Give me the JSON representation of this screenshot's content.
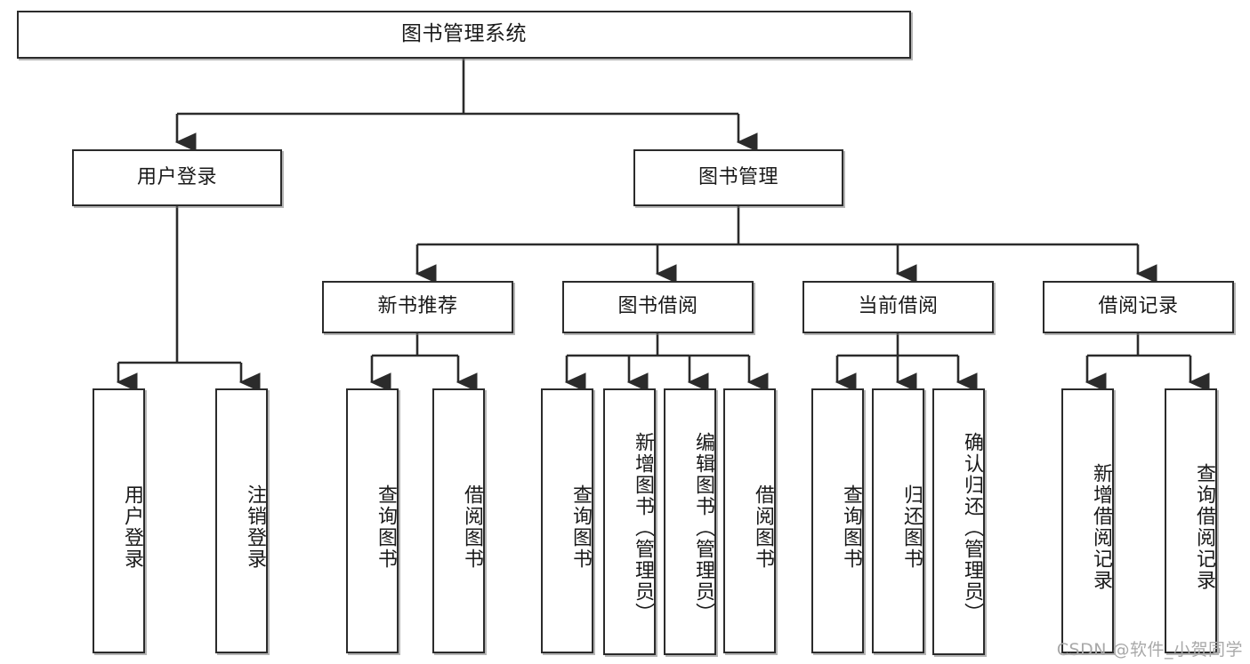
{
  "diagram": {
    "type": "tree-hierarchy",
    "title": "图书管理系统",
    "watermark": "CSDN @软件_小贺同学",
    "colors": {
      "box_border": "#2b2b2b",
      "box_fill": "#ffffff",
      "connector": "#2b2b2b",
      "watermark": "#a9a9a9"
    },
    "levels": {
      "root": {
        "label": "图书管理系统"
      },
      "level2": [
        {
          "key": "user_login",
          "label": "用户登录"
        },
        {
          "key": "book_manage",
          "label": "图书管理"
        }
      ],
      "level3": [
        {
          "key": "new_book_rec",
          "label": "新书推荐"
        },
        {
          "key": "book_borrow",
          "label": "图书借阅"
        },
        {
          "key": "current_borrow",
          "label": "当前借阅"
        },
        {
          "key": "borrow_record",
          "label": "借阅记录"
        }
      ],
      "leaves": {
        "user_login": [
          {
            "label": "用户登录"
          },
          {
            "label": "注销登录"
          }
        ],
        "new_book_rec": [
          {
            "label": "查询图书"
          },
          {
            "label": "借阅图书"
          }
        ],
        "book_borrow": [
          {
            "label": "查询图书"
          },
          {
            "label": "新增图书（管理员）"
          },
          {
            "label": "编辑图书（管理员）"
          },
          {
            "label": "借阅图书"
          }
        ],
        "current_borrow": [
          {
            "label": "查询图书"
          },
          {
            "label": "归还图书"
          },
          {
            "label": "确认归还（管理员）"
          }
        ],
        "borrow_record": [
          {
            "label": "新增借阅记录"
          },
          {
            "label": "查询借阅记录"
          }
        ]
      }
    }
  }
}
